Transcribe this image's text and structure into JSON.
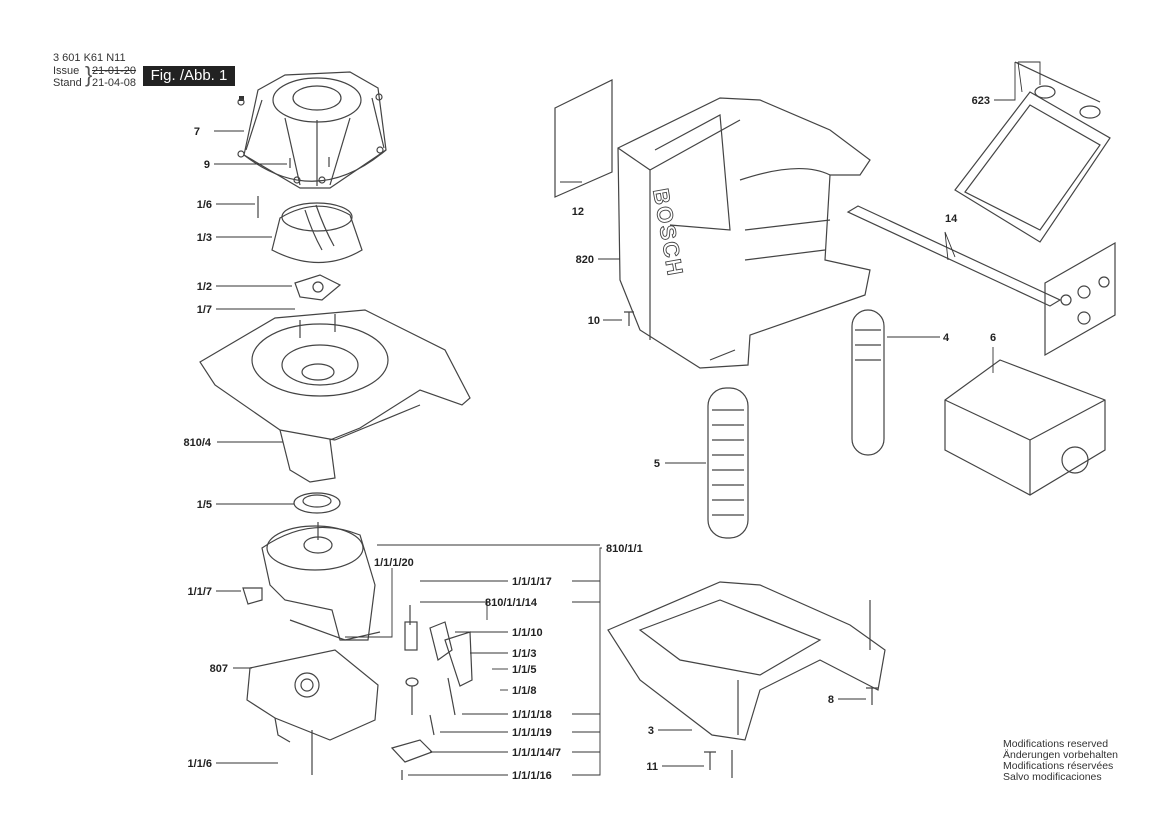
{
  "header": {
    "part_number": "3 601 K61 N11",
    "issue_label": "Issue",
    "issue_date": "21-01-20",
    "stand_label": "Stand",
    "stand_date": "21-04-08",
    "figure_label": "Fig. /Abb. 1"
  },
  "labels": [
    "7",
    "9",
    "1/6",
    "1/3",
    "1/2",
    "1/7",
    "810/4",
    "1/5",
    "1/1/7",
    "807",
    "1/1/6",
    "1/1/1/20",
    "1/1/1/17",
    "810/1/1/14",
    "1/1/10",
    "1/1/3",
    "1/1/5",
    "1/1/8",
    "1/1/1/18",
    "1/1/1/19",
    "1/1/1/14/7",
    "1/1/1/16",
    "810/1/1",
    "12",
    "820",
    "10",
    "4",
    "5",
    "623",
    "14",
    "6",
    "8",
    "3",
    "11"
  ],
  "brand_text": "BOSCH",
  "notes": [
    "Modifications reserved",
    "Änderungen vorbehalten",
    "Modifications réservées",
    "Salvo modificaciones"
  ]
}
